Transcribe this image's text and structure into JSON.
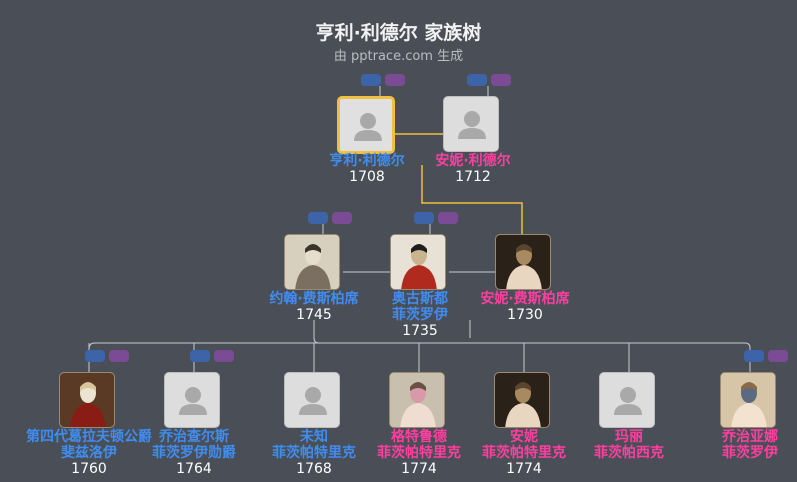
{
  "header": {
    "title": "亨利·利德尔 家族树",
    "subtitle": "由 pptrace.com 生成"
  },
  "colors": {
    "background": "#4a4f57",
    "male": "#3f8df0",
    "female": "#ff3fa0",
    "selected_border": "#f0c040",
    "main_line": "#f0c040",
    "line": "#c8cbd0"
  },
  "people": [
    {
      "id": "henry",
      "name": "亨利·利德尔",
      "year": "1708",
      "gender": "m",
      "photo": "placeholder",
      "selected": true
    },
    {
      "id": "anne1",
      "name": "安妮·利德尔",
      "year": "1712",
      "gender": "f",
      "photo": "placeholder"
    },
    {
      "id": "john",
      "name": "约翰·费斯柏席",
      "year": "1745",
      "gender": "m",
      "photo": "portrait"
    },
    {
      "id": "augustus",
      "name": "奥古斯都\n菲茨罗伊",
      "year": "1735",
      "gender": "m",
      "photo": "portrait"
    },
    {
      "id": "anne2",
      "name": "安妮·费斯柏席",
      "year": "1730",
      "gender": "f",
      "photo": "portrait"
    },
    {
      "id": "c1",
      "name": "第四代葛拉夫顿公爵\n斐兹洛伊",
      "year": "1760",
      "gender": "m",
      "photo": "portrait"
    },
    {
      "id": "c2",
      "name": "乔治查尔斯\n菲茨罗伊勋爵",
      "year": "1764",
      "gender": "m",
      "photo": "placeholder"
    },
    {
      "id": "c3",
      "name": "未知\n菲茨帕特里克",
      "year": "1768",
      "gender": "m",
      "photo": "placeholder"
    },
    {
      "id": "c4",
      "name": "格特鲁德\n菲茨帕特里克",
      "year": "1774",
      "gender": "f",
      "photo": "portrait"
    },
    {
      "id": "c5",
      "name": "安妮\n菲茨帕特里克",
      "year": "1774",
      "gender": "f",
      "photo": "portrait"
    },
    {
      "id": "c6",
      "name": "玛丽\n菲茨帕西克",
      "year": "",
      "gender": "f",
      "photo": "placeholder"
    },
    {
      "id": "c7",
      "name": "乔治亚娜\n菲茨罗伊",
      "year": "",
      "gender": "f",
      "photo": "portrait"
    }
  ]
}
